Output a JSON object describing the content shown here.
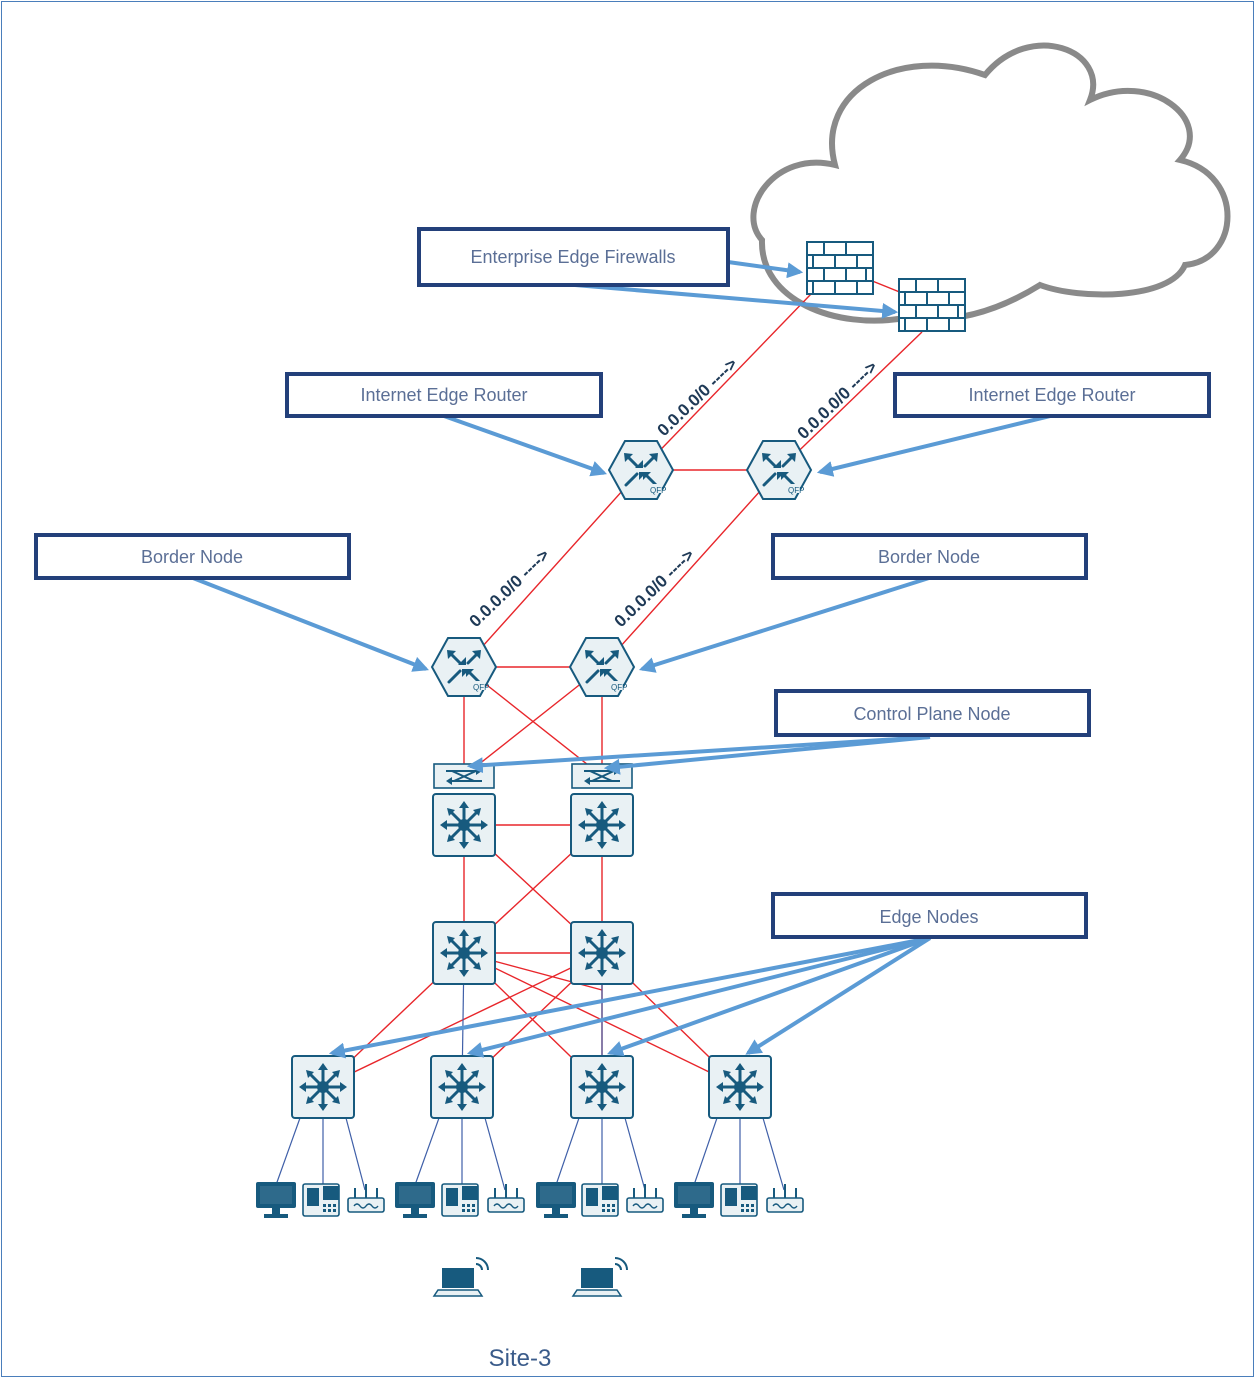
{
  "diagram": {
    "site_label": "Site-3",
    "callouts": {
      "firewalls": "Enterprise Edge Firewalls",
      "internet_router_left": "Internet Edge Router",
      "internet_router_right": "Internet Edge Router",
      "border_left": "Border Node",
      "border_right": "Border Node",
      "control_plane": "Control Plane Node",
      "edge_nodes": "Edge Nodes"
    },
    "routes": {
      "r1": "0.0.0.0/0 ---->",
      "r2": "0.0.0.0/0 ---->",
      "r3": "0.0.0.0/0 ---->",
      "r4": "0.0.0.0/0 ---->"
    },
    "icon_badge": "QFP",
    "colors": {
      "link": "#e8262b",
      "access_link": "#3f5fa8",
      "callout_border": "#23407a",
      "callout_arrow": "#5b9bd5",
      "device": "#175a7e",
      "cloud": "#8a8a8a"
    }
  }
}
